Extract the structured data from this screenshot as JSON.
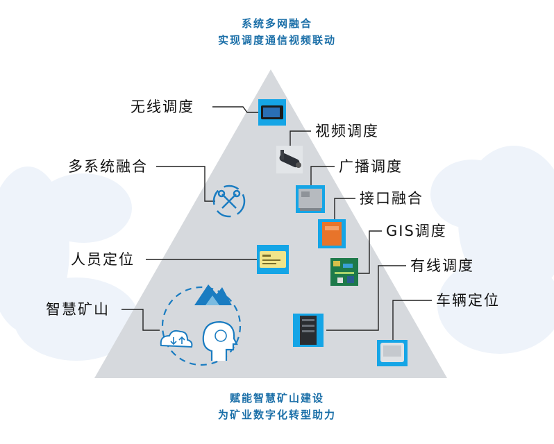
{
  "heading": {
    "line1": "系统多网融合",
    "line2": "实现调度通信视频联动"
  },
  "footer": {
    "line1": "赋能智慧矿山建设",
    "line2": "为矿业数字化转型助力"
  },
  "left_labels": {
    "wireless": "无线调度",
    "multi_system": "多系统融合",
    "personnel": "人员定位",
    "smart_mine": "智慧矿山"
  },
  "right_labels": {
    "video": "视频调度",
    "broadcast": "广播调度",
    "interface": "接口融合",
    "gis": "GIS调度",
    "wired": "有线调度",
    "vehicle": "车辆定位"
  },
  "icons": {
    "wireless": "tablet-device-icon",
    "video": "camera-icon",
    "broadcast": "broadcast-box-icon",
    "interface": "interface-box-icon",
    "gis": "circuit-board-icon",
    "wired": "server-cabinet-icon",
    "vehicle": "vehicle-terminal-icon",
    "multi_system": "tools-cycle-icon",
    "personnel": "id-card-icon",
    "smart_mine": "cloud-mind-icon"
  },
  "colors": {
    "accent": "#1b6fa8",
    "pyramid": "#d6d9dd",
    "icon_blue": "#1a7cc1",
    "device_bg": "#15a5e6"
  }
}
